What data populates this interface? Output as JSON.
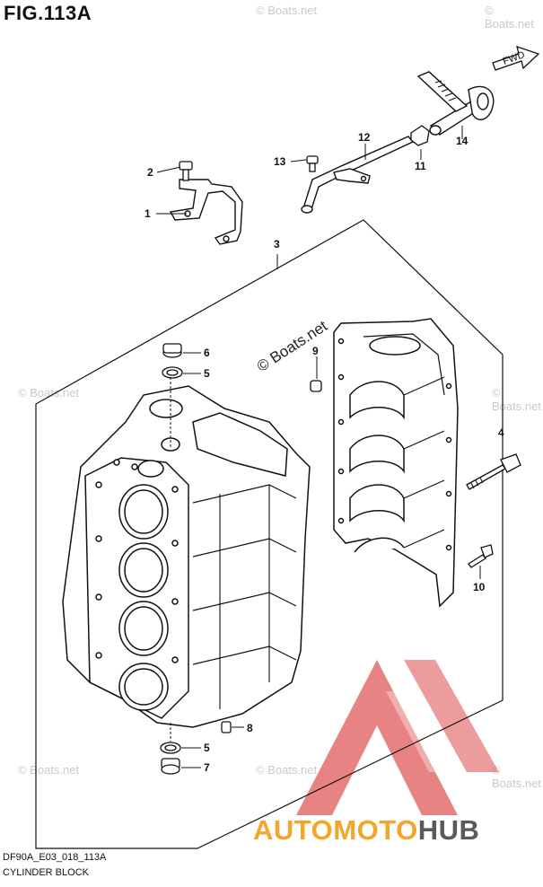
{
  "figure": {
    "title": "FIG.113A",
    "code": "DF90A_E03_018_113A",
    "name": "CYLINDER BLOCK"
  },
  "direction_tag": "FWD",
  "watermarks": {
    "main": "© Boats.net",
    "faint": "© Boats.net"
  },
  "brand": {
    "part1": "AUTOMOTO",
    "part2": "HUB",
    "colors": {
      "accent": "#f4a62a",
      "dark": "#5a5a5a",
      "logo_red": "#e05a5a"
    }
  },
  "callouts": [
    {
      "id": "1",
      "label": "1"
    },
    {
      "id": "2",
      "label": "2"
    },
    {
      "id": "3",
      "label": "3"
    },
    {
      "id": "4",
      "label": "4"
    },
    {
      "id": "5a",
      "label": "5"
    },
    {
      "id": "5b",
      "label": "5"
    },
    {
      "id": "6",
      "label": "6"
    },
    {
      "id": "7",
      "label": "7"
    },
    {
      "id": "8",
      "label": "8"
    },
    {
      "id": "9",
      "label": "9"
    },
    {
      "id": "10",
      "label": "10"
    },
    {
      "id": "11",
      "label": "11"
    },
    {
      "id": "12",
      "label": "12"
    },
    {
      "id": "13",
      "label": "13"
    },
    {
      "id": "14",
      "label": "14"
    }
  ]
}
